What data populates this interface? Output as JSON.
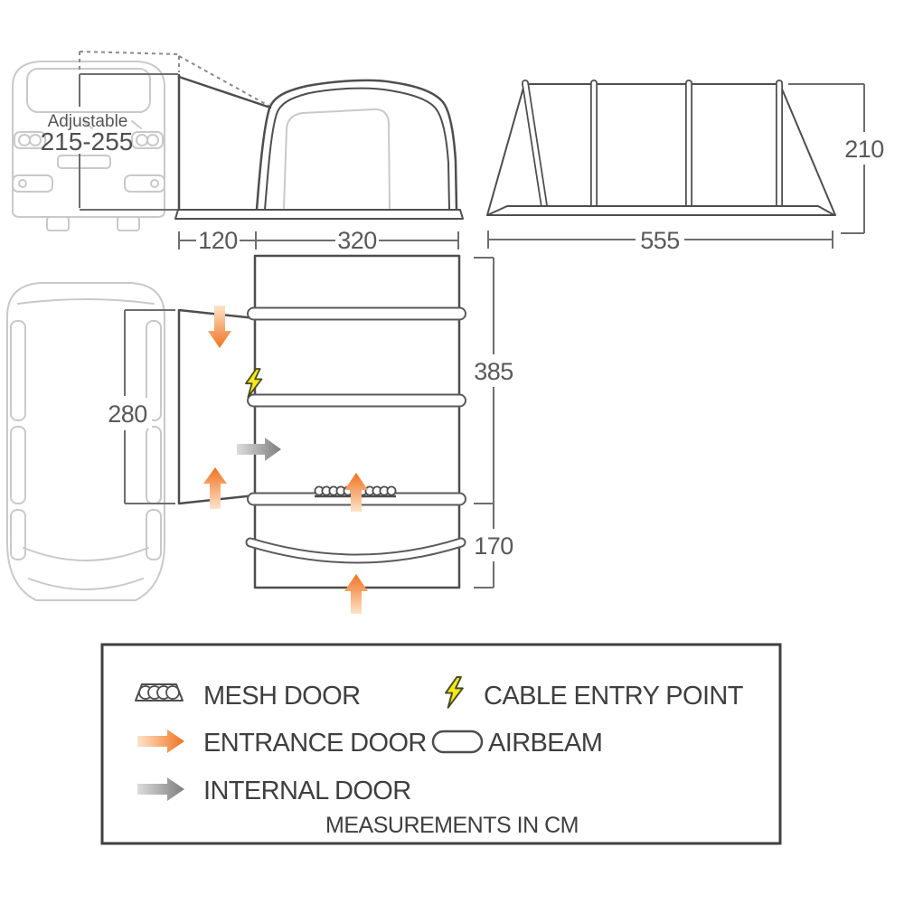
{
  "diagram": {
    "rear_view": {
      "adjustable_label": "Adjustable",
      "adjustable_range": "215-255"
    },
    "front_view": {
      "tunnel_width": "120",
      "body_width": "320"
    },
    "side_view": {
      "length": "555",
      "height": "210"
    },
    "plan_view": {
      "van_side_opening": "280",
      "main_body_depth": "385",
      "front_porch_depth": "170"
    },
    "legend": {
      "mesh_door": "MESH DOOR",
      "cable_entry_point": "CABLE ENTRY POINT",
      "entrance_door": "ENTRANCE DOOR",
      "airbeam": "AIRBEAM",
      "internal_door": "INTERNAL DOOR",
      "footnote": "MEASUREMENTS IN CM"
    },
    "colors": {
      "outline": "#4e4e4e",
      "van_outline": "#c9c9c9",
      "dimension_text": "#595959",
      "legend_text": "#3f3f3f",
      "entrance_arrow": "#f1721f",
      "internal_arrow": "#7d7d7d",
      "cable_bolt": "#f3ea19"
    }
  }
}
